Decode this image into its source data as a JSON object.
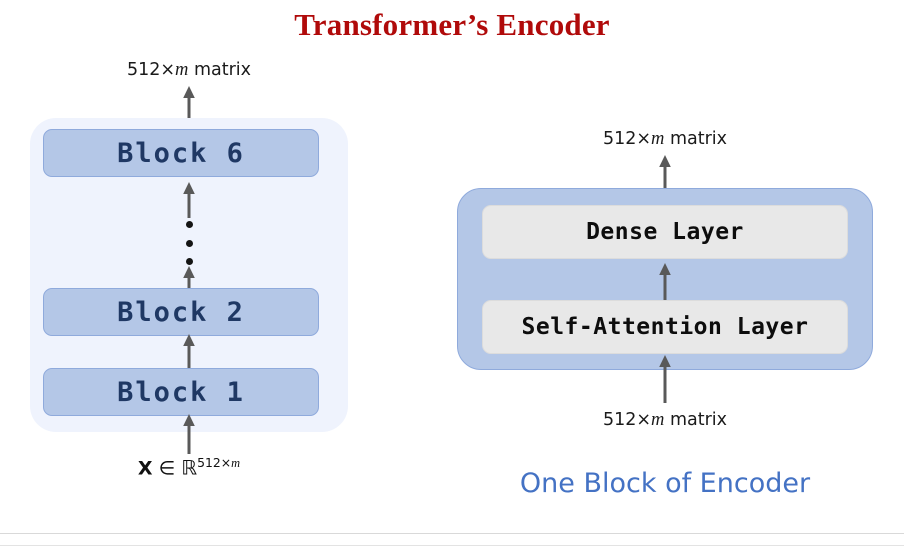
{
  "slide": {
    "title": "Transformer’s Encoder",
    "title_color": "#b00a0a",
    "background": "#ffffff"
  },
  "left_diagram": {
    "name": "encoder-stack",
    "panel_color": "#eff3fd",
    "output_caption": {
      "prefix": "512×",
      "italic": "m",
      "suffix": " matrix"
    },
    "blocks": [
      {
        "label": "Block 6",
        "fill": "#b4c7e7",
        "text_color": "#1f3864"
      },
      {
        "label": "Block 2",
        "fill": "#b4c7e7",
        "text_color": "#1f3864"
      },
      {
        "label": "Block 1",
        "fill": "#b4c7e7",
        "text_color": "#1f3864"
      }
    ],
    "ellipsis_dots": 3,
    "input_math": {
      "variable": "X",
      "member_symbol": "∈",
      "set_symbol": "ℝ",
      "exponent_prefix": "512×",
      "exponent_italic": "m"
    }
  },
  "right_diagram": {
    "name": "one-encoder-block",
    "container_fill": "#b4c7e7",
    "container_border": "#8faadc",
    "output_caption": {
      "prefix": "512×",
      "italic": "m",
      "suffix": " matrix"
    },
    "input_caption": {
      "prefix": "512×",
      "italic": "m",
      "suffix": " matrix"
    },
    "layers": [
      {
        "label": "Dense Layer",
        "fill": "#e8e8e8",
        "text_color": "#0d0d0d"
      },
      {
        "label": "Self-Attention Layer",
        "fill": "#e8e8e8",
        "text_color": "#0d0d0d"
      }
    ],
    "caption": "One Block of Encoder",
    "caption_color": "#4472c4"
  },
  "icons": {
    "arrow_up": "arrow-up-icon",
    "vertical_dots": "vertical-ellipsis-icon"
  }
}
